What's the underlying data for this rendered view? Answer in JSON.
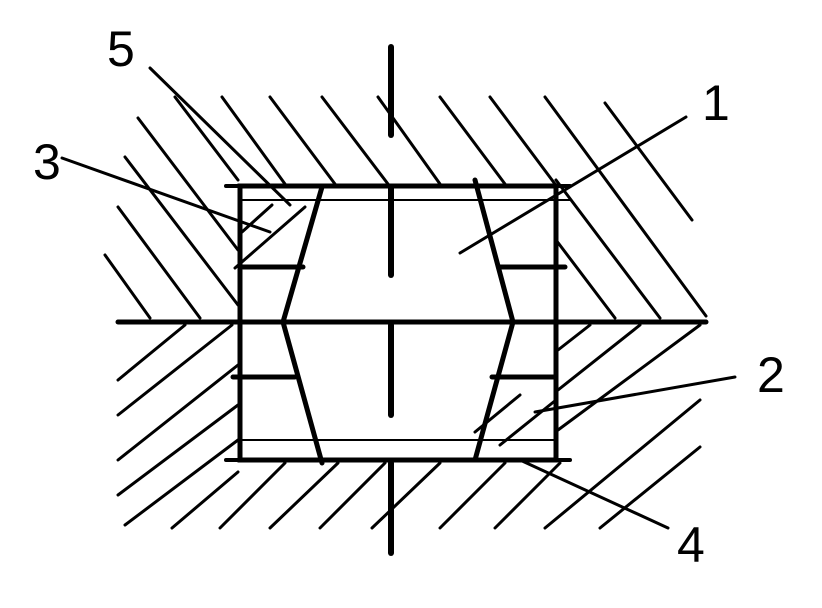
{
  "labels": {
    "l1": "1",
    "l2": "2",
    "l3": "3",
    "l4": "4",
    "l5": "5"
  },
  "colors": {
    "stroke": "#000000",
    "background": "#ffffff"
  }
}
